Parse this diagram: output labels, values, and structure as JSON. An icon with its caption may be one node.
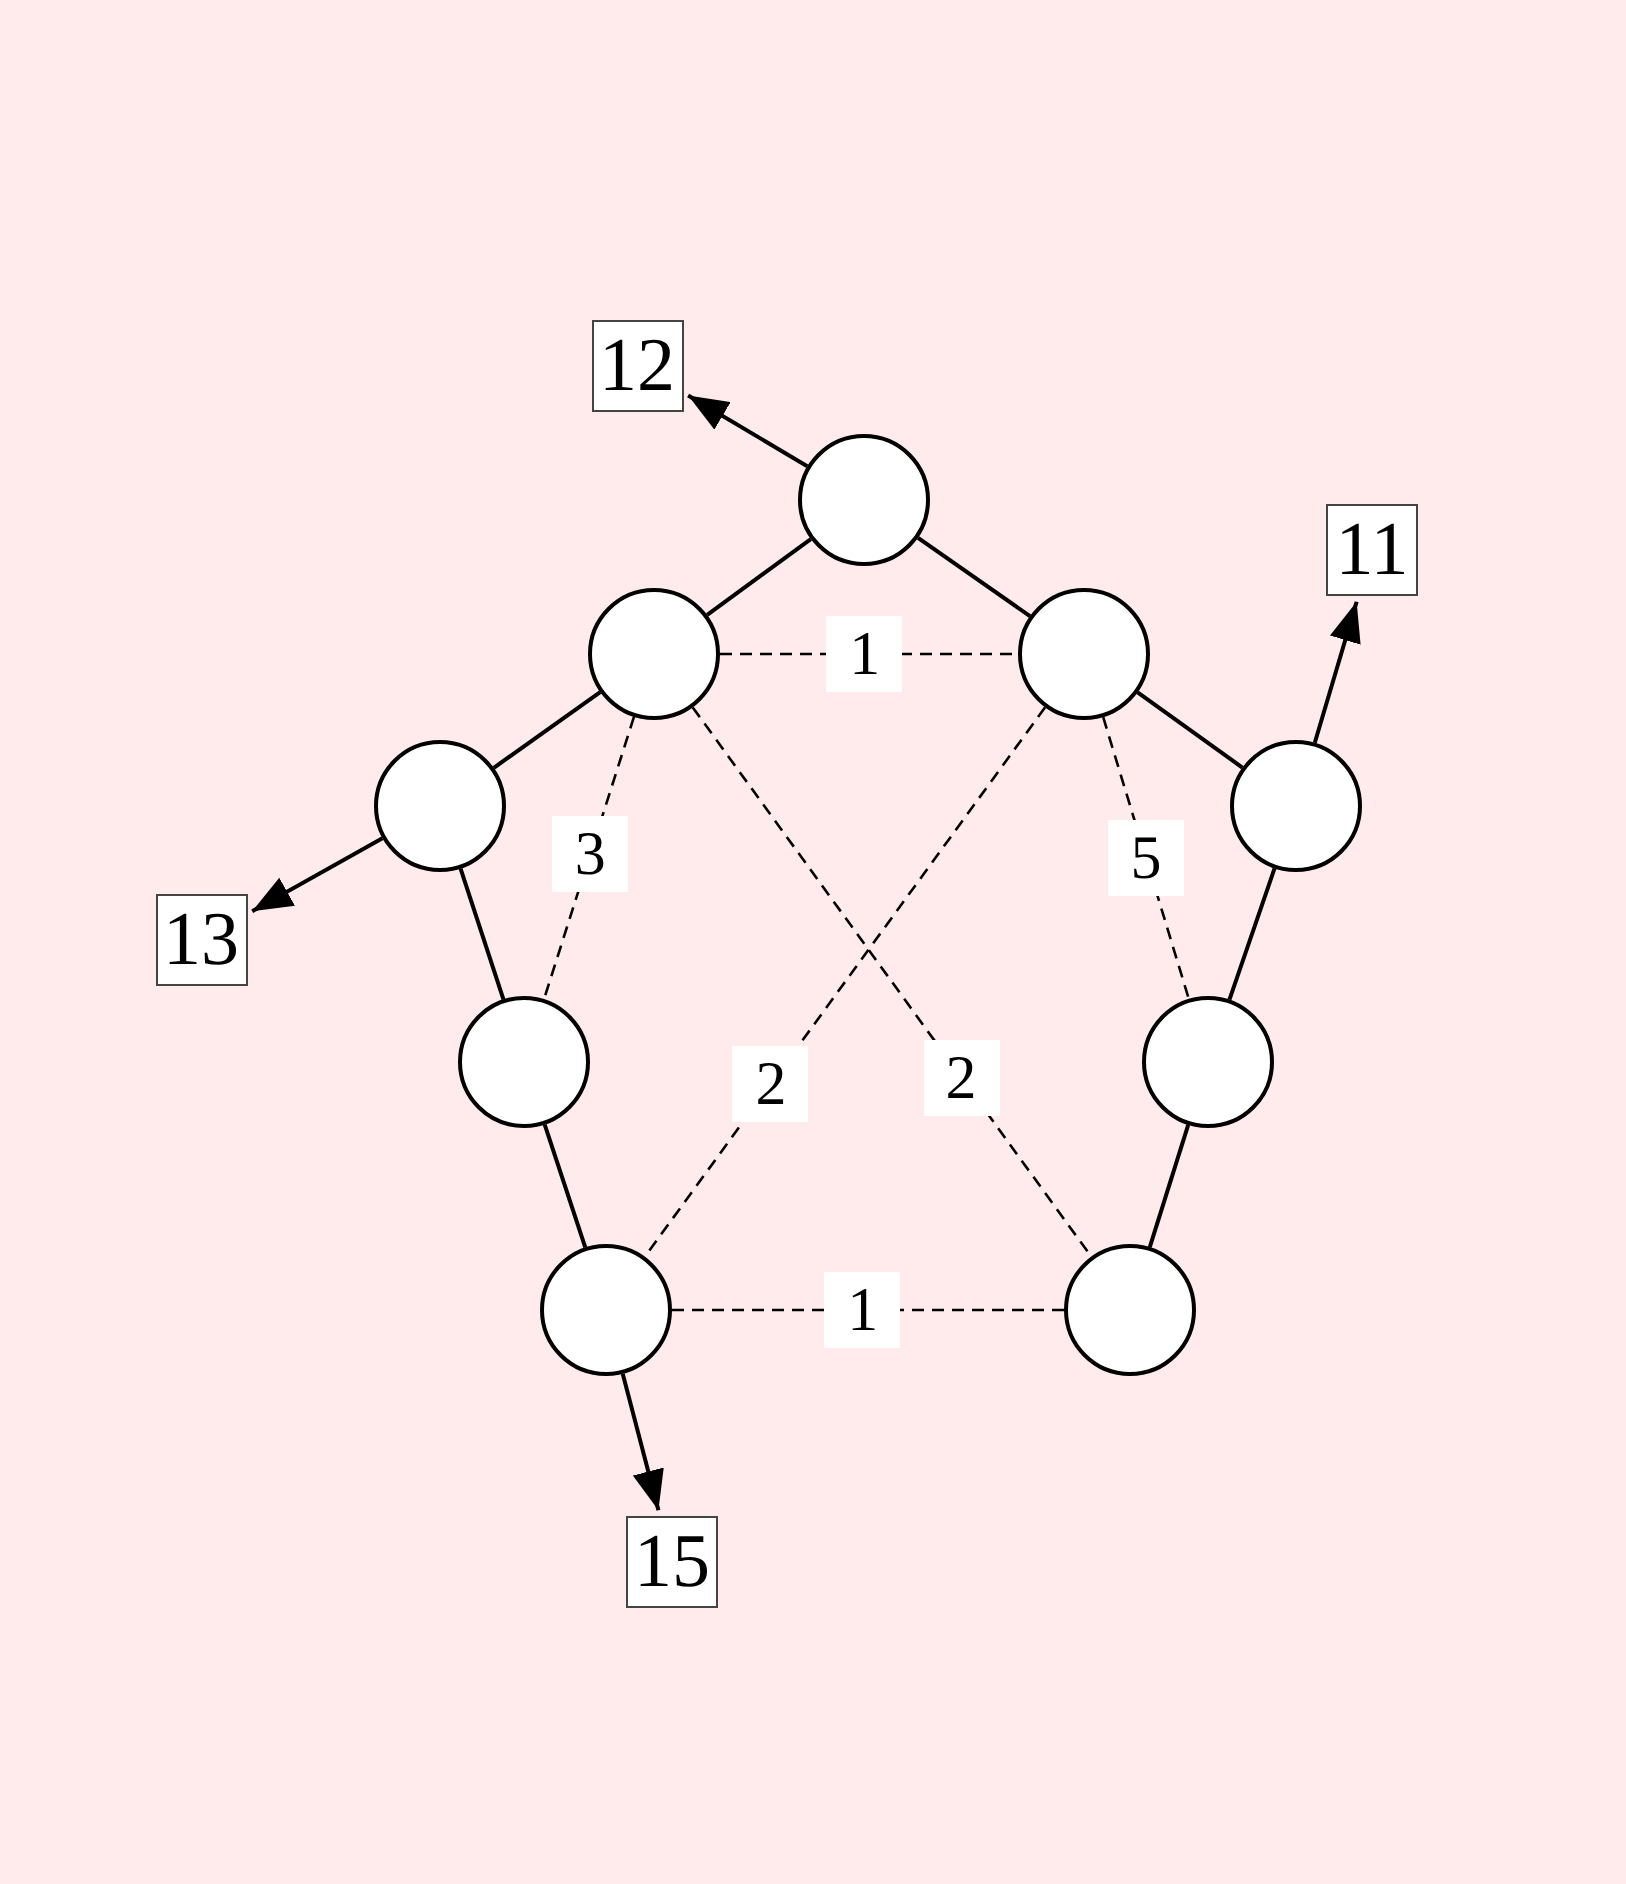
{
  "diagram": {
    "nodes": [
      {
        "text": [
          "12"
        ]
      },
      {
        "text": [],
        "shape": "circle"
      },
      {
        "text": [
          "11"
        ]
      },
      {
        "text": [],
        "shape": "circle"
      },
      {
        "text": [],
        "shape": "circle"
      },
      {
        "text": [],
        "shape": "circle"
      },
      {
        "text": [],
        "shape": "circle"
      },
      {
        "text": [
          "13"
        ]
      },
      {
        "text": [],
        "shape": "circle"
      },
      {
        "text": [],
        "shape": "circle"
      },
      {
        "text": [],
        "shape": "circle"
      },
      {
        "text": [],
        "shape": "circle"
      },
      {
        "text": [
          "15"
        ]
      }
    ],
    "edges": [
      {
        "from": 1,
        "to": 3,
        "arrow": "none"
      },
      {
        "from": 1,
        "to": 4,
        "arrow": "none"
      },
      {
        "from": 3,
        "to": 5,
        "arrow": "none"
      },
      {
        "from": 4,
        "to": 6,
        "arrow": "none"
      },
      {
        "from": 5,
        "to": 8,
        "arrow": "none"
      },
      {
        "from": 8,
        "to": 10,
        "arrow": "none"
      },
      {
        "from": 6,
        "to": 9,
        "arrow": "none"
      },
      {
        "from": 9,
        "to": 11,
        "arrow": "none"
      },
      {
        "from": 3,
        "to": 4,
        "arrow": "none",
        "style": "dashed",
        "label": "1"
      },
      {
        "from": 3,
        "to": 8,
        "arrow": "none",
        "style": "dashed",
        "label": "3"
      },
      {
        "from": 4,
        "to": 9,
        "arrow": "none",
        "style": "dashed",
        "label": "5"
      },
      {
        "from": 4,
        "to": 10,
        "arrow": "none",
        "style": "dashed",
        "label": "2"
      },
      {
        "from": 3,
        "to": 11,
        "arrow": "none",
        "style": "dashed",
        "label": "2"
      },
      {
        "from": 10,
        "to": 11,
        "arrow": "none",
        "style": "dashed",
        "label": "1"
      },
      {
        "from": 1,
        "to": 0,
        "arrow": "to"
      },
      {
        "from": 6,
        "to": 2,
        "arrow": "to"
      },
      {
        "from": 5,
        "to": 7,
        "arrow": "to"
      },
      {
        "from": 10,
        "to": 12,
        "arrow": "to"
      }
    ]
  }
}
